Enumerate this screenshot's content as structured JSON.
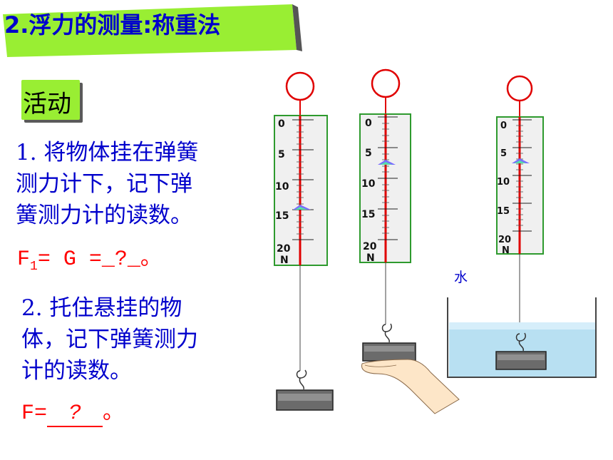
{
  "title": "2.浮力的测量:称重法",
  "activity_label": "活动",
  "step1": {
    "lines": [
      "1. 将物体挂在弹簧",
      "测力计下，记下弹",
      "簧测力计的读数。"
    ],
    "formula_prefix": "F",
    "formula_sub": "1",
    "formula_rest": "= G =_?_。"
  },
  "step2": {
    "lines": [
      "2. 托住悬挂的物",
      "体，记下弹簧测力",
      "计的读数。"
    ],
    "formula_prefix": "F=",
    "formula_blank": "?",
    "formula_end": "。"
  },
  "water_label": "水",
  "scale_ticks": [
    "0",
    "5",
    "10",
    "15",
    "20"
  ],
  "scale_unit": "N",
  "colors": {
    "banner": "#99ee33",
    "text_blue": "#0000cc",
    "text_red": "#ff0000",
    "frame_green": "#2e9a2e",
    "water": "#b8e0f2"
  }
}
